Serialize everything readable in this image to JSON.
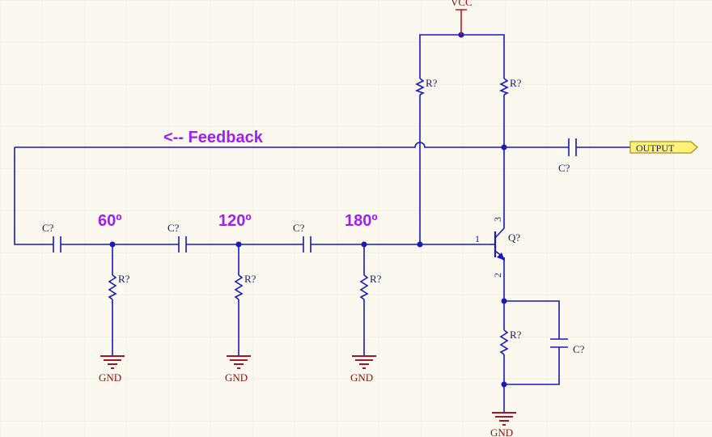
{
  "annotations": {
    "feedback": "<-- Feedback",
    "phase_60": "60º",
    "phase_120": "120º",
    "phase_180": "180º"
  },
  "power": {
    "vcc": "VCC",
    "gnd": "GND"
  },
  "components": {
    "capacitor_ref": "C?",
    "resistor_ref": "R?",
    "transistor_ref": "Q?"
  },
  "transistor_pins": {
    "base": "1",
    "emitter": "2",
    "collector": "3"
  },
  "output_port": "OUTPUT",
  "colors": {
    "wire": "#1a1ab8",
    "annotation": "#a020f0",
    "power": "#8b1010",
    "port_fill": "#fff27a",
    "background": "#fbf9ef"
  }
}
